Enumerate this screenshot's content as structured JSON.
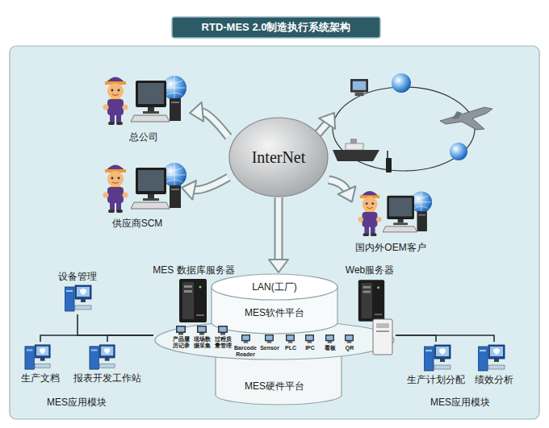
{
  "diagram": {
    "title": "RTD-MES 2.0制造执行系统架构",
    "nodes": [
      {
        "text": [
          "InterNet"
        ]
      },
      {
        "text": [
          "总公司"
        ]
      },
      {
        "text": [
          "供应商SCM"
        ]
      },
      {
        "text": [
          "国内外OEM客户"
        ]
      },
      {
        "text": [
          "MES 数据库服务器"
        ]
      },
      {
        "text": [
          "Web服务器"
        ]
      },
      {
        "text": [
          "LAN(工厂)",
          "MES软件平台",
          "MES硬件平台"
        ]
      },
      {
        "text": [
          "设备管理"
        ]
      },
      {
        "text": [
          "生产文档"
        ]
      },
      {
        "text": [
          "报表开发工作站"
        ]
      },
      {
        "text": [
          "生产计划分配"
        ]
      },
      {
        "text": [
          "绩效分析"
        ]
      }
    ],
    "edges": [
      {
        "from": 0,
        "to": 1,
        "arrow": "to"
      },
      {
        "from": 0,
        "to": 2,
        "arrow": "to"
      },
      {
        "from": 0,
        "to": 3,
        "arrow": "to"
      },
      {
        "from": 0,
        "to": 6,
        "arrow": "to"
      },
      {
        "from": 7,
        "to": 6,
        "arrow": "none"
      },
      {
        "from": 8,
        "to": 6,
        "arrow": "none"
      },
      {
        "from": 9,
        "to": 6,
        "arrow": "none"
      },
      {
        "from": 10,
        "to": 6,
        "arrow": "none"
      },
      {
        "from": 11,
        "to": 6,
        "arrow": "none"
      }
    ],
    "labels": [
      "产品履历记录",
      "现场数据采集",
      "过程质量管理",
      "Barcode Reader",
      "Sensor",
      "PLC",
      "IPC",
      "看板",
      "QR",
      "MES应用模块",
      "MES应用模块"
    ]
  }
}
